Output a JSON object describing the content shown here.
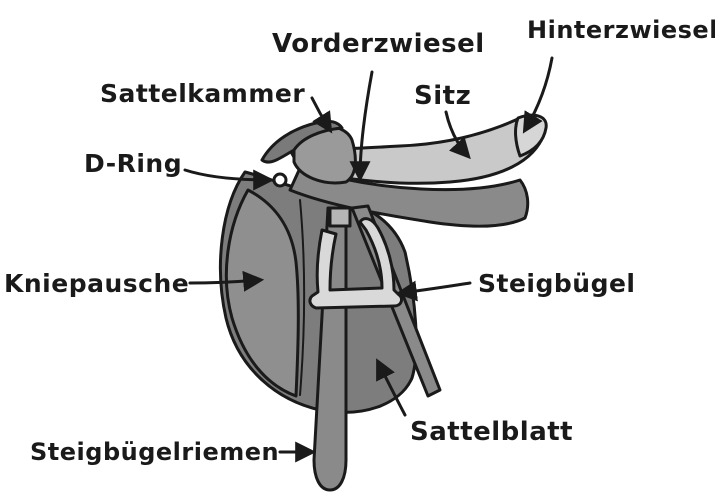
{
  "labels": {
    "vorderzwiesel": "Vorderzwiesel",
    "hinterzwiesel": "Hinterzwiesel",
    "sattelkammer": "Sattelkammer",
    "sitz": "Sitz",
    "d_ring": "D-Ring",
    "kniepausche": "Kniepausche",
    "steigbuegel": "Steigbügel",
    "sattelblatt": "Sattelblatt",
    "steigbuegelriemen": "Steigbügelriemen"
  },
  "colors": {
    "outline": "#1a1a1a",
    "flap": "#7d7d7d",
    "knee_roll": "#8f8f8f",
    "seat": "#c9c9c9",
    "pommel": "#9a9a9a",
    "leather_strap": "#8a8a8a",
    "stirrup": "#d9d9d9"
  }
}
